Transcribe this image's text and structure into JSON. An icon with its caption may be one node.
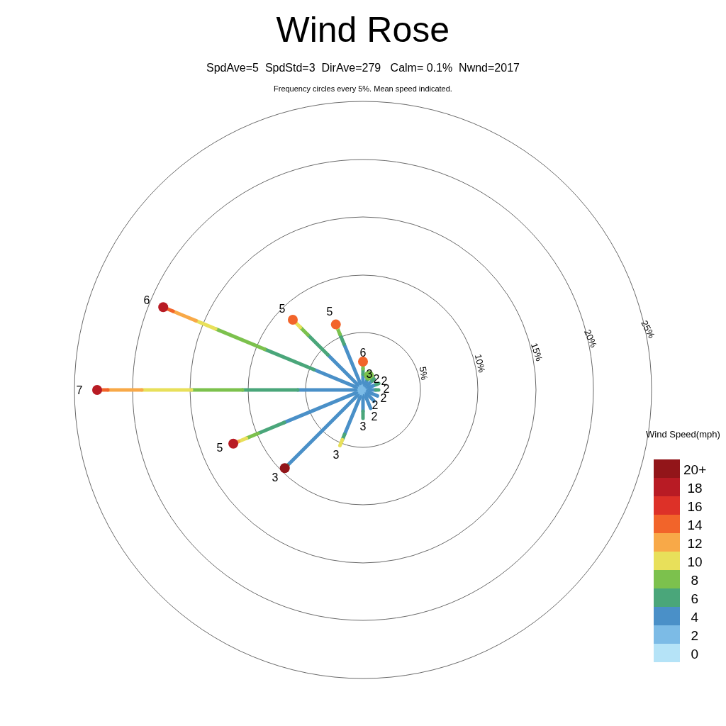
{
  "diagram": {
    "title": "Wind Rose",
    "labels": [
      "SpdAve=5  SpdStd=3  DirAve=279   Calm= 0.1%  Nwnd=2017",
      "Frequency circles every 5%. Mean speed indicated.",
      "6",
      "5",
      "5",
      "25%",
      "20%",
      "15%",
      "10%",
      "6",
      "5%",
      "3",
      "2",
      "2",
      "2",
      "7",
      "2",
      "2",
      "2",
      "3",
      "3",
      "5",
      "3",
      "Wind Speed(mph)"
    ],
    "legend": [
      {
        "text": "20+",
        "color": "#921519"
      },
      {
        "text": "18",
        "color": "#b81b24"
      },
      {
        "text": "16",
        "color": "#dd3128"
      },
      {
        "text": "14",
        "color": "#f2642a"
      },
      {
        "text": "12",
        "color": "#f8a948"
      },
      {
        "text": "10",
        "color": "#e8e05a"
      },
      {
        "text": "8",
        "color": "#7cc14d"
      },
      {
        "text": "6",
        "color": "#4aa67a"
      },
      {
        "text": "4",
        "color": "#4a90c8"
      },
      {
        "text": "2",
        "color": "#7cbbe6"
      },
      {
        "text": "0",
        "color": "#b5e3f7"
      }
    ]
  }
}
